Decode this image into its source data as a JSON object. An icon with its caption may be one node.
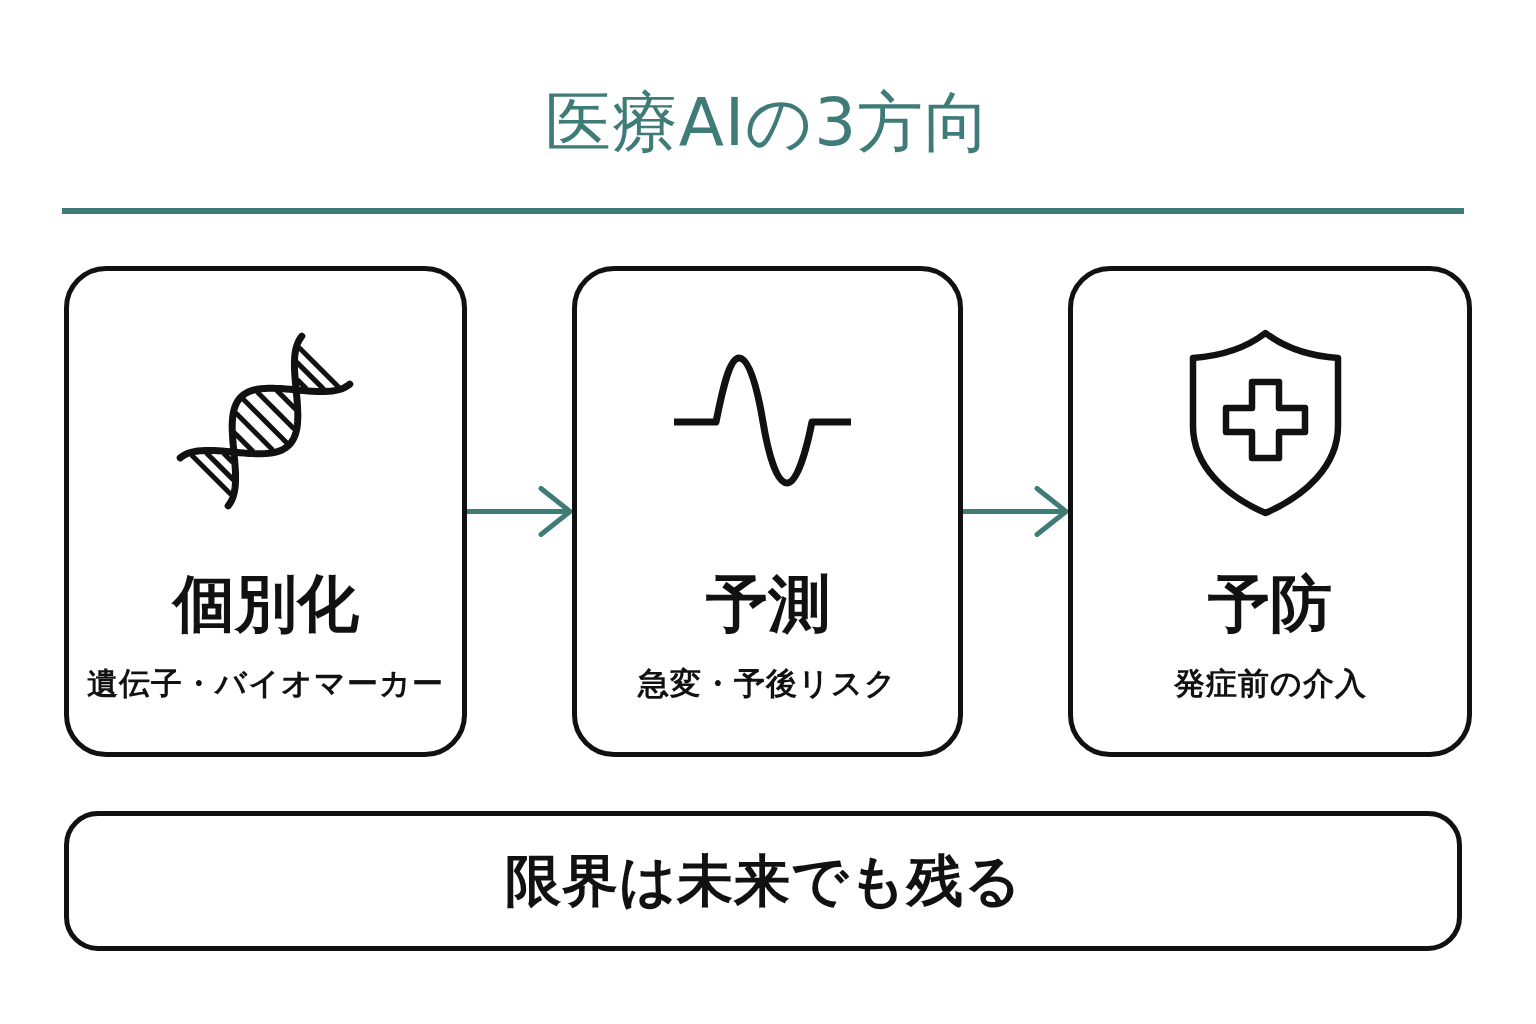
{
  "diagram": {
    "title": "医療AIの3方向",
    "nodes": [
      {
        "text": [
          "個別化",
          "遺伝子・バイオマーカー"
        ]
      },
      {
        "text": [
          "予測",
          "急変・予後リスク"
        ]
      },
      {
        "text": [
          "予防",
          "発症前の介入"
        ]
      },
      {
        "text": [
          "限界は未来でも残る"
        ]
      }
    ],
    "edges": [
      {
        "from": 0,
        "to": 1,
        "arrow": "to"
      },
      {
        "from": 1,
        "to": 2,
        "arrow": "to"
      }
    ]
  }
}
